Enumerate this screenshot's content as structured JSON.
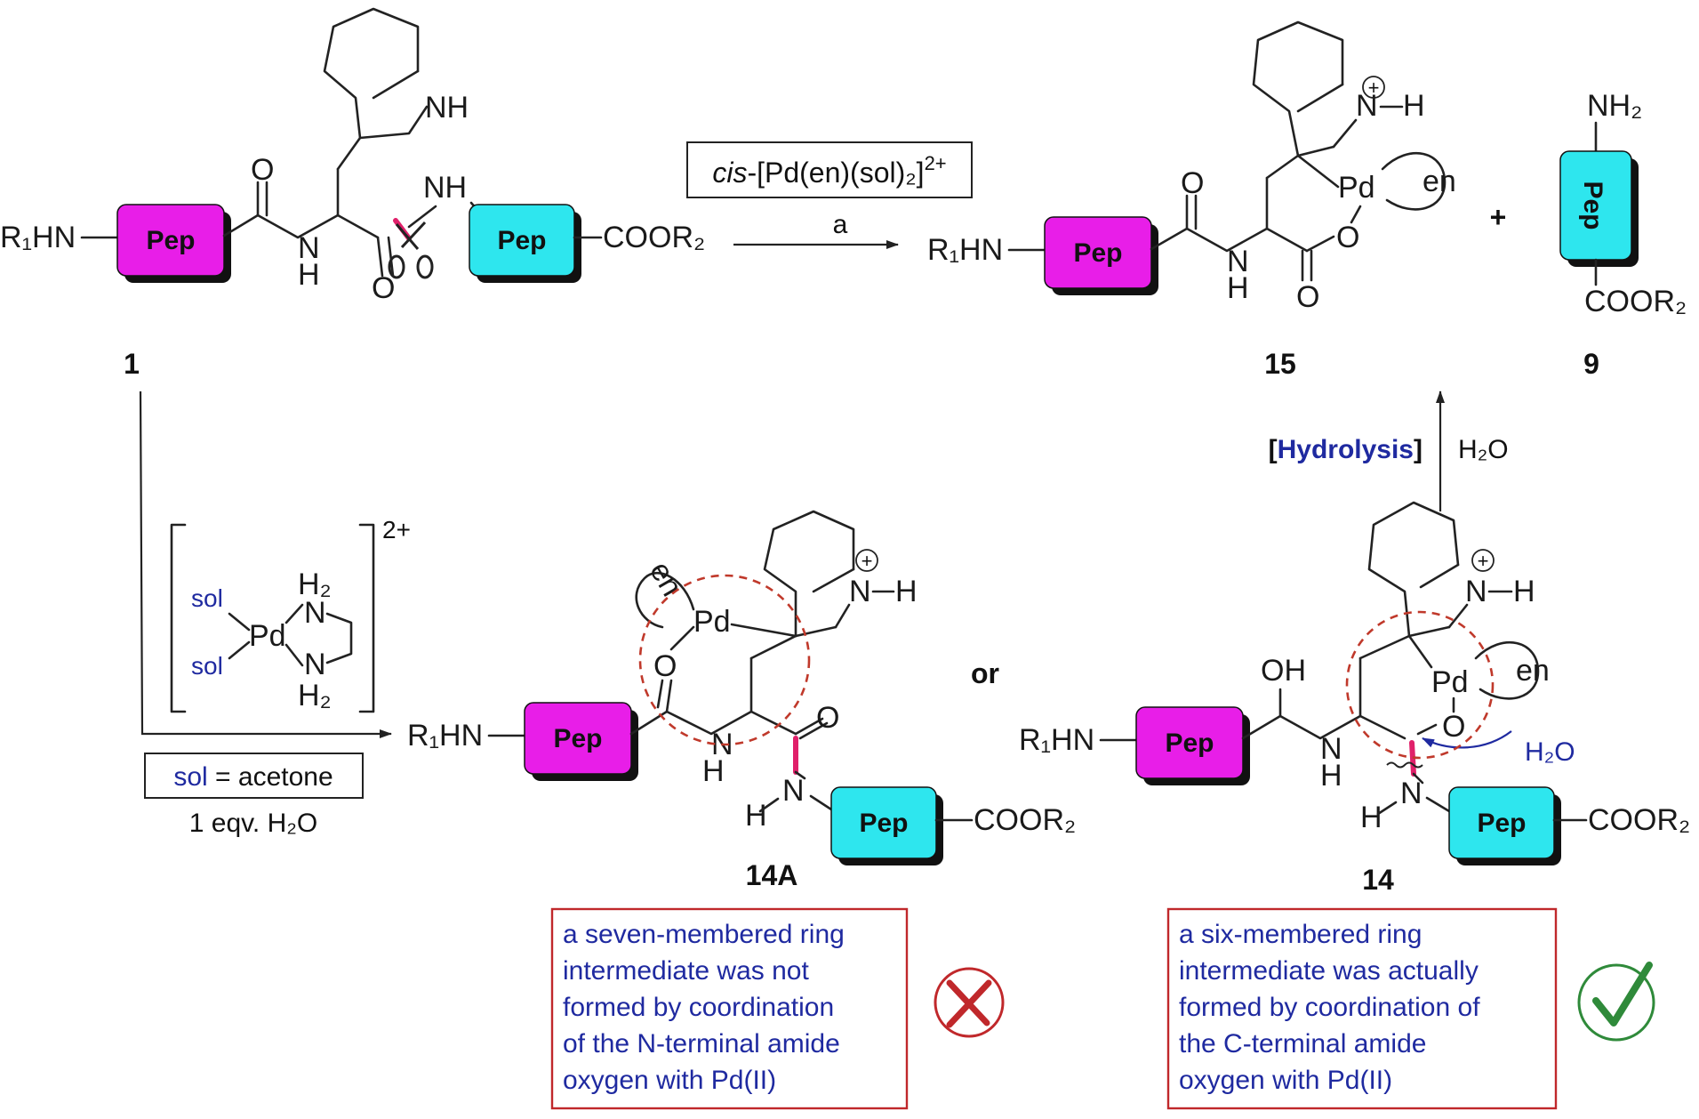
{
  "labels": {
    "pep": "Pep",
    "nh": "NH",
    "n": "N",
    "h": "H",
    "o": "O",
    "oh": "OH",
    "pd": "Pd",
    "en": "en",
    "r1hn": "R₁HN",
    "cooor2": "COOR₂",
    "nh2": "NH₂",
    "plus": "+",
    "or": "or",
    "plus_charge": "+",
    "sol": "sol",
    "h2": "H₂",
    "h2o": "H₂O",
    "charge_2plus": "2+"
  },
  "reaction": {
    "reagent_italic": "cis",
    "reagent_rest": "-[Pd(en)(sol)₂]",
    "reagent_charge": "2+",
    "step_label": "a",
    "sol_def_blue": "sol",
    "sol_def_rest": " = acetone",
    "water_equiv": "1 eqv. H₂O",
    "hydrolysis_open": "[",
    "hydrolysis_word": "Hydrolysis",
    "hydrolysis_close": "]",
    "hydrolysis_reagent": "H₂O"
  },
  "compounds": {
    "c1": "1",
    "c15": "15",
    "c9": "9",
    "c14A": "14A",
    "c14": "14"
  },
  "notes": {
    "left": [
      "a seven-membered ring",
      "intermediate was not",
      "formed by coordination",
      "of the N-terminal amide",
      "oxygen with Pd(II)"
    ],
    "right": [
      "a six-membered ring",
      "intermediate was actually",
      "formed by coordination of",
      "the C-terminal amide",
      "oxygen with Pd(II)"
    ]
  },
  "colors": {
    "pep_magenta": "#e81ee8",
    "pep_cyan": "#2ee6ee",
    "cleavage_pink": "#e0206a",
    "ring_red": "#c0392b",
    "note_blue": "#1f2aa0",
    "cross_red": "#c0282b",
    "check_green": "#2f8a3a"
  }
}
